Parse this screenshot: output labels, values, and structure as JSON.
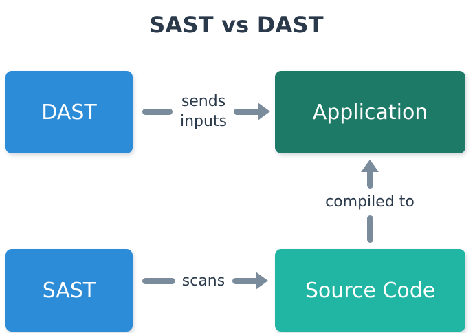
{
  "title": "SAST vs DAST",
  "colors": {
    "background": "#ffffff",
    "title_text": "#2b3a4a",
    "blue": "#2d8cd8",
    "teal_dark": "#1d7a67",
    "teal_bright": "#21b5a4",
    "arrow": "#7a8b9c",
    "node_text": "#ffffff",
    "label_text": "#2b3a4a"
  },
  "nodes": [
    {
      "id": "dast",
      "label": "DAST",
      "color": "#2d8cd8",
      "row": "top",
      "column": "left"
    },
    {
      "id": "application",
      "label": "Application",
      "color": "#1d7a67",
      "row": "top",
      "column": "right"
    },
    {
      "id": "sast",
      "label": "SAST",
      "color": "#2d8cd8",
      "row": "bottom",
      "column": "left"
    },
    {
      "id": "source_code",
      "label": "Source Code",
      "color": "#21b5a4",
      "row": "bottom",
      "column": "right"
    }
  ],
  "edges": [
    {
      "id": "sends_inputs",
      "from": "dast",
      "to": "application",
      "label": "sends\ninputs",
      "direction": "right",
      "color": "#7a8b9c"
    },
    {
      "id": "scans",
      "from": "sast",
      "to": "source_code",
      "label": "scans",
      "direction": "right",
      "color": "#7a8b9c"
    },
    {
      "id": "compiled_to",
      "from": "source_code",
      "to": "application",
      "label": "compiled to",
      "direction": "up",
      "color": "#7a8b9c"
    }
  ]
}
